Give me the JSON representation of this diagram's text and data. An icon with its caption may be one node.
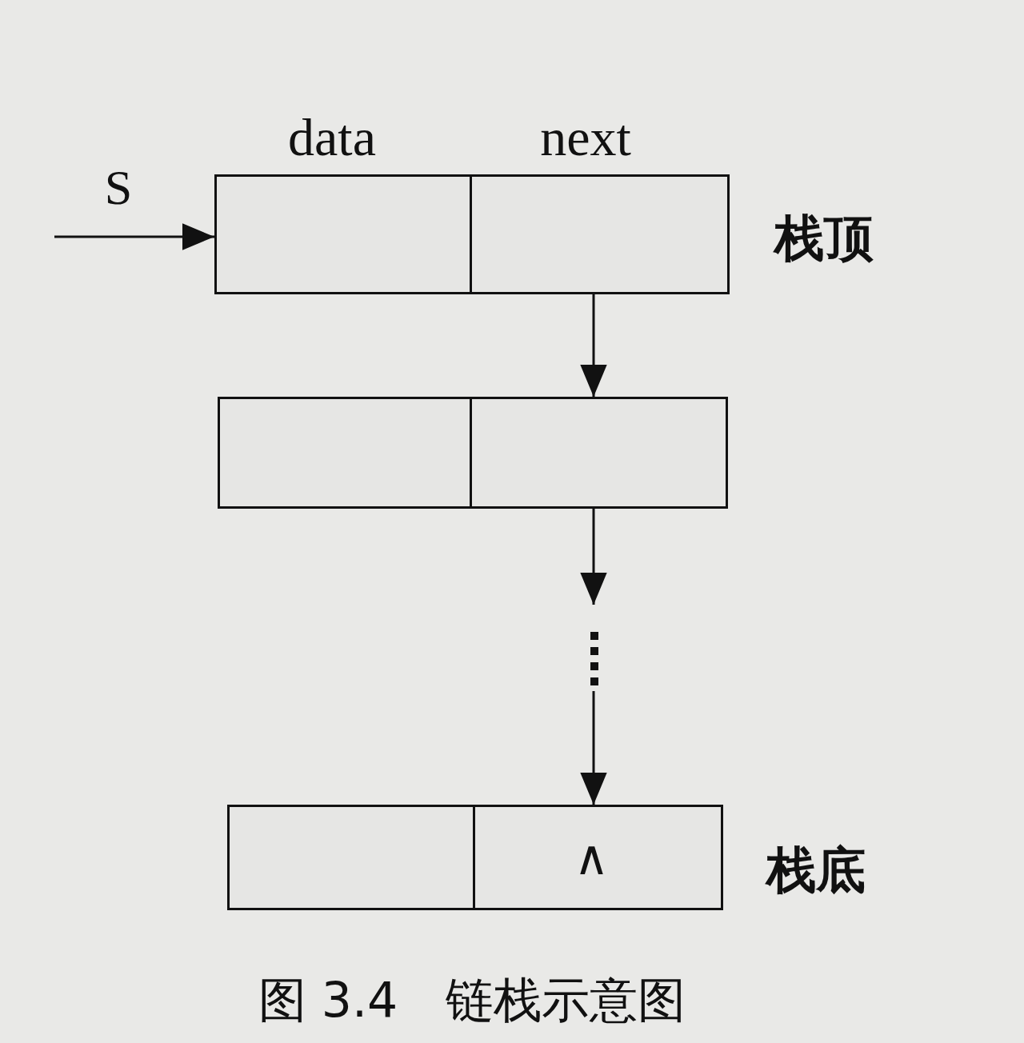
{
  "diagram": {
    "caption": "图 3.4　链栈示意图",
    "nodes": [
      {
        "text": [
          "data"
        ]
      },
      {
        "text": [
          "next"
        ],
        "beside": [
          "栈顶"
        ]
      },
      {
        "text": [],
        "shape": "box"
      },
      {
        "text": [],
        "shape": "box"
      },
      {
        "text": [],
        "shape": "dots"
      },
      {
        "text": [],
        "shape": "box"
      },
      {
        "text": [
          "∧"
        ],
        "beside": [
          "栈底"
        ]
      }
    ],
    "edges": [
      {
        "from": null,
        "to": 0,
        "arrow": "to",
        "label": "S"
      },
      {
        "from": 1,
        "to": 3,
        "arrow": "to"
      },
      {
        "from": 3,
        "to": 4,
        "arrow": "to"
      },
      {
        "from": 4,
        "to": 6,
        "arrow": "to"
      }
    ]
  }
}
